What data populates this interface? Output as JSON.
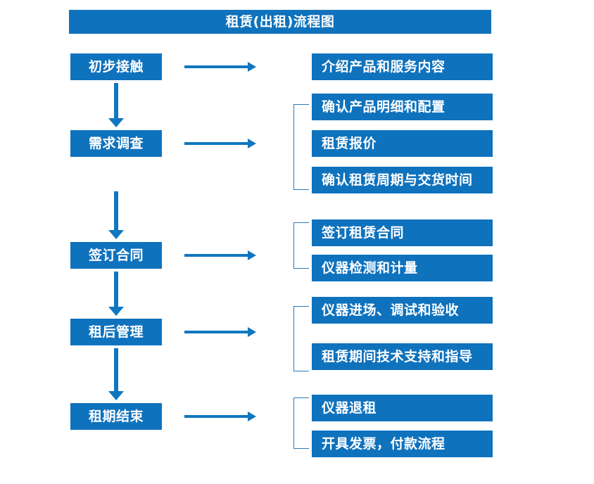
{
  "diagram": {
    "title": "租赁(出租)流程图",
    "accent_color": "#0f72bd",
    "arrow_color": "#1076c0",
    "bracket_color": "#2e77b5",
    "text_color": "#ffffff",
    "background_color": "#ffffff"
  },
  "stages": [
    {
      "label": "初步接触"
    },
    {
      "label": "需求调查"
    },
    {
      "label": "签订合同"
    },
    {
      "label": "租后管理"
    },
    {
      "label": "租期结束"
    }
  ],
  "details": {
    "group1": [
      {
        "label": "介绍产品和服务内容"
      }
    ],
    "group2": [
      {
        "label": "确认产品明细和配置"
      },
      {
        "label": "租赁报价"
      },
      {
        "label": "确认租赁周期与交货时间"
      }
    ],
    "group3": [
      {
        "label": "签订租赁合同"
      },
      {
        "label": "仪器检测和计量"
      }
    ],
    "group4": [
      {
        "label": "仪器进场、调试和验收"
      },
      {
        "label": "租赁期间技术支持和指导"
      }
    ],
    "group5": [
      {
        "label": "仪器退租"
      },
      {
        "label": "开具发票，付款流程"
      }
    ]
  }
}
